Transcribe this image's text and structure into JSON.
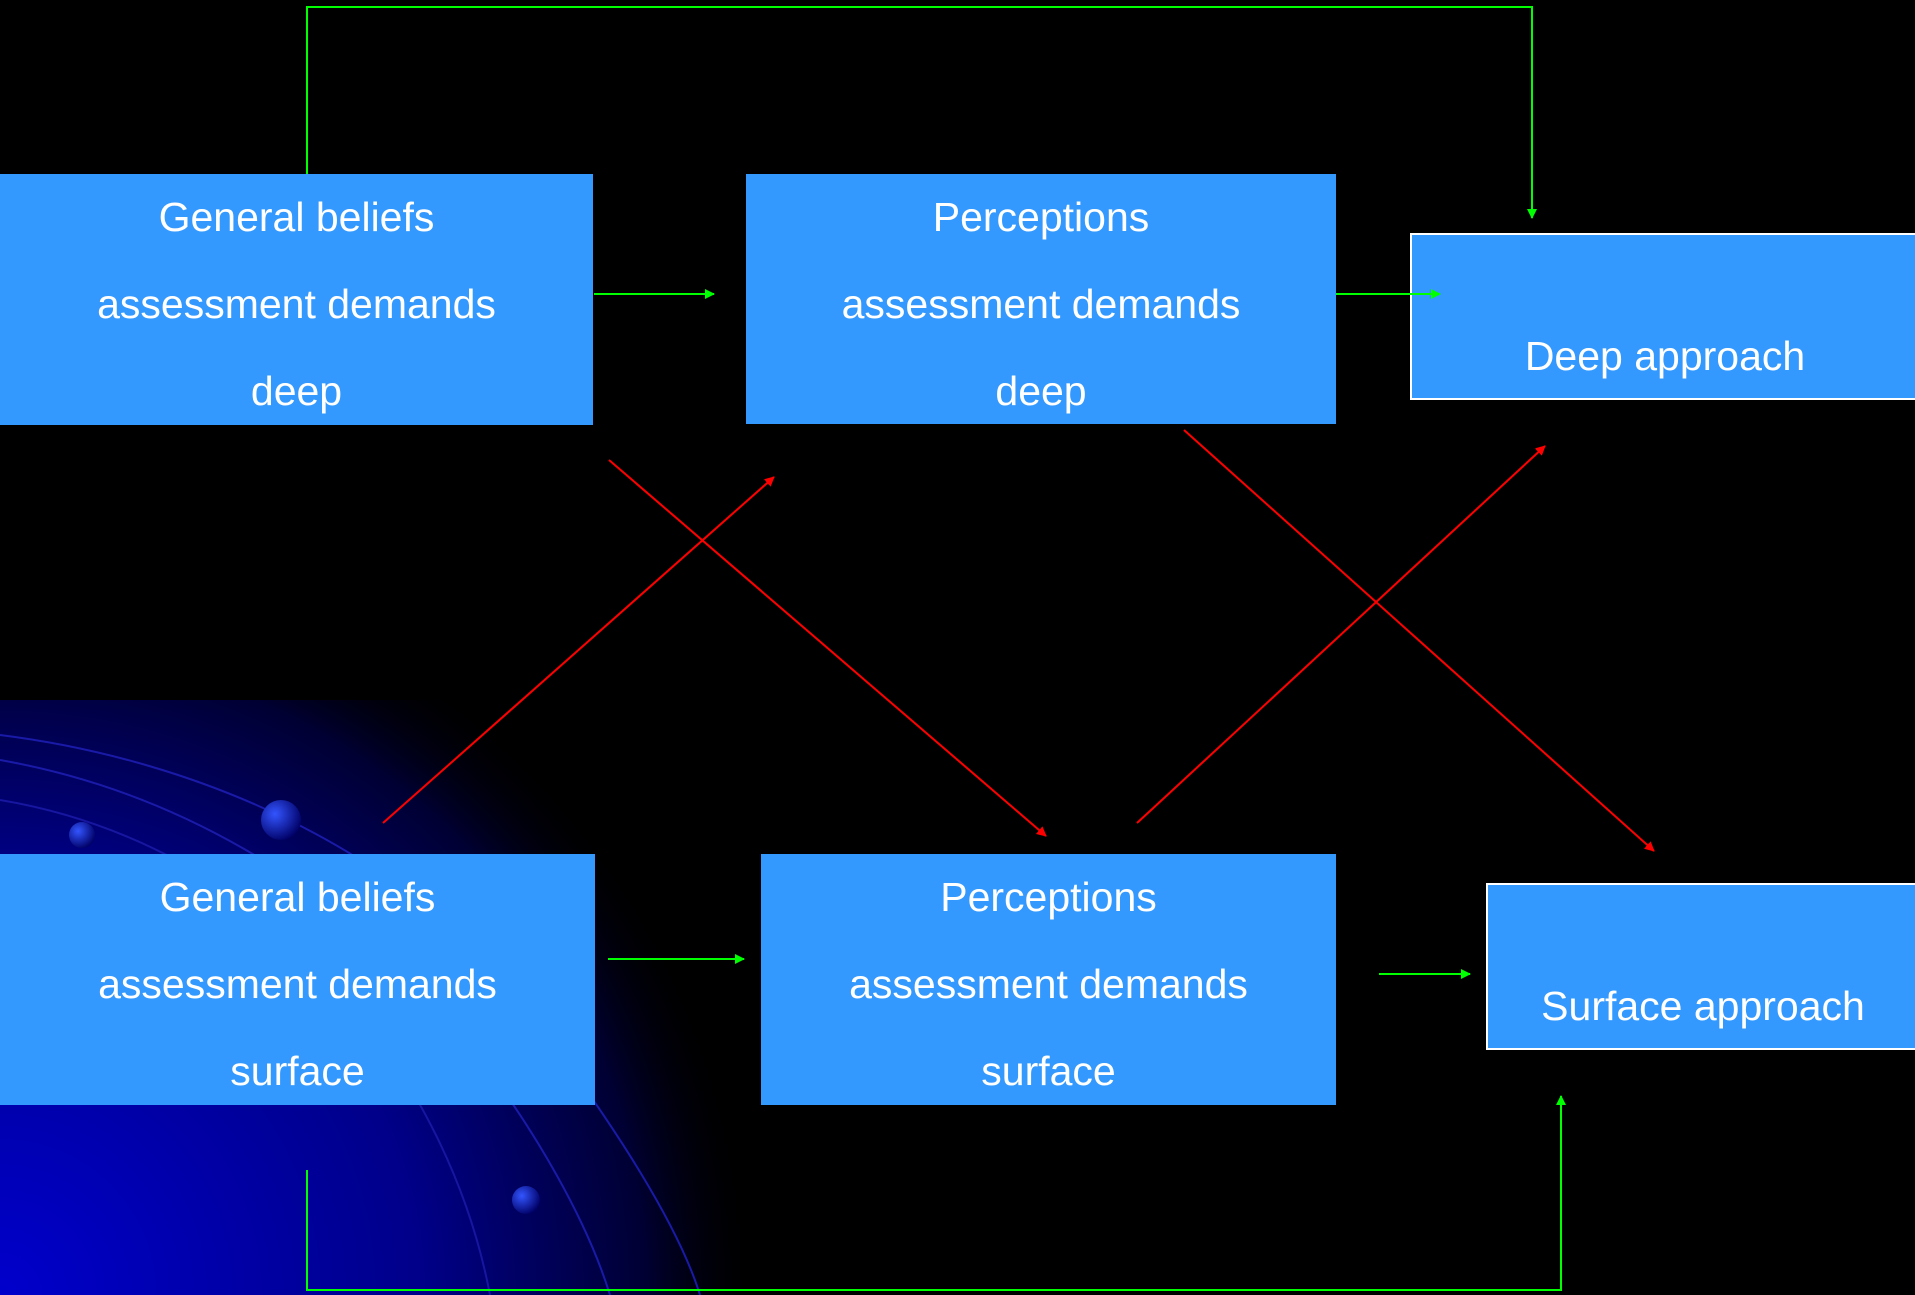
{
  "diagram": {
    "nodes": {
      "general_beliefs_deep": {
        "lines": [
          "General beliefs",
          "assessment demands",
          "deep"
        ]
      },
      "perceptions_deep": {
        "lines": [
          "Perceptions",
          "assessment demands",
          "deep"
        ]
      },
      "deep_approach": {
        "label": "Deep approach"
      },
      "general_beliefs_surface": {
        "lines": [
          "General beliefs",
          "assessment demands",
          "surface"
        ]
      },
      "perceptions_surface": {
        "lines": [
          "Perceptions",
          "assessment demands",
          "surface"
        ]
      },
      "surface_approach": {
        "label": "Surface approach"
      }
    },
    "edges": [
      {
        "from": "general_beliefs_deep",
        "to": "perceptions_deep",
        "color": "#00ff00"
      },
      {
        "from": "perceptions_deep",
        "to": "deep_approach",
        "color": "#00ff00"
      },
      {
        "from": "general_beliefs_deep",
        "to": "deep_approach",
        "color": "#00ff00"
      },
      {
        "from": "general_beliefs_surface",
        "to": "perceptions_surface",
        "color": "#00ff00"
      },
      {
        "from": "perceptions_surface",
        "to": "surface_approach",
        "color": "#00ff00"
      },
      {
        "from": "general_beliefs_surface",
        "to": "surface_approach",
        "color": "#00ff00"
      },
      {
        "from": "general_beliefs_deep",
        "to": "perceptions_surface",
        "color": "#ff0000"
      },
      {
        "from": "general_beliefs_surface",
        "to": "perceptions_deep",
        "color": "#ff0000"
      },
      {
        "from": "perceptions_deep",
        "to": "surface_approach",
        "color": "#ff0000"
      },
      {
        "from": "perceptions_surface",
        "to": "deep_approach",
        "color": "#ff0000"
      }
    ]
  },
  "colors": {
    "background": "#000000",
    "box_fill": "#3399ff",
    "box_text": "#ffffff",
    "aligned_arrow": "#00ff00",
    "crossed_arrow": "#ff0000",
    "decor_blue": "#0000cc"
  }
}
